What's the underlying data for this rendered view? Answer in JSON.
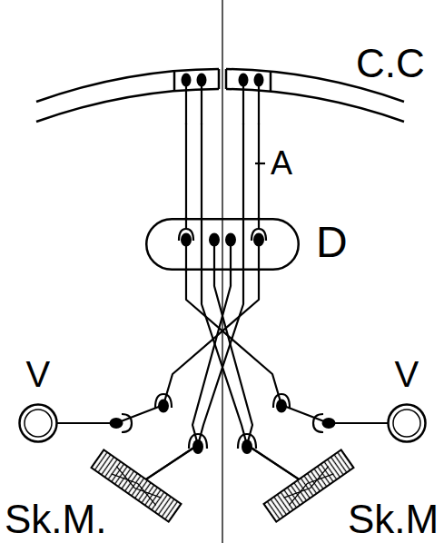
{
  "diagram": {
    "nodes": [
      {
        "text": [
          "C.C"
        ]
      },
      {
        "text": [
          "D"
        ]
      },
      {
        "text": [
          "V"
        ]
      },
      {
        "text": [
          "V"
        ]
      },
      {
        "text": [
          "Sk.M."
        ]
      },
      {
        "text": [
          "Sk.M"
        ]
      }
    ],
    "edges": [
      {
        "from": 0,
        "to": 1,
        "arrow": "none"
      },
      {
        "from": 0,
        "to": 1,
        "arrow": "none"
      },
      {
        "from": 0,
        "to": 5,
        "arrow": "none"
      },
      {
        "from": 0,
        "to": 4,
        "arrow": "none"
      },
      {
        "from": 1,
        "to": 2,
        "arrow": "none"
      },
      {
        "from": 1,
        "to": 3,
        "arrow": "none"
      },
      {
        "from": 1,
        "to": 4,
        "arrow": "none"
      },
      {
        "from": 1,
        "to": 5,
        "arrow": "none"
      }
    ],
    "labels": [
      "A"
    ]
  }
}
